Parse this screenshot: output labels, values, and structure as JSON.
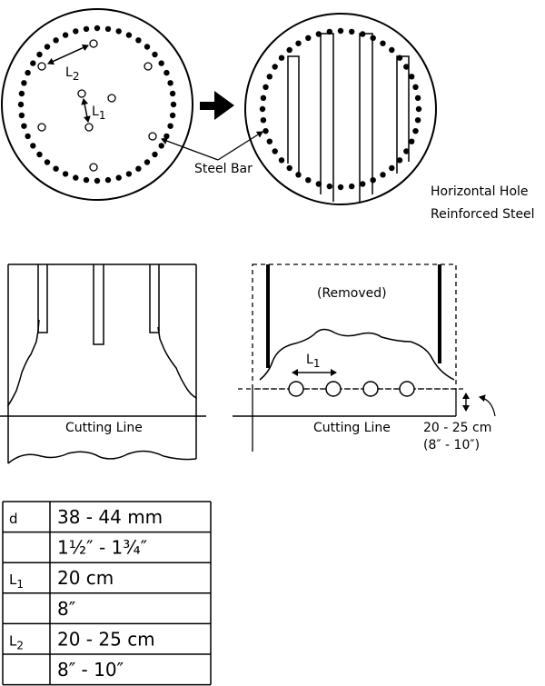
{
  "top": {
    "l2_label": "L",
    "l2_sub": "2",
    "l1_label": "L",
    "l1_sub": "1",
    "steel_bar_label": "Steel Bar",
    "horizontal_hole_label": "Horizontal Hole",
    "reinforced_steel_label": "Reinforced Steel"
  },
  "bottom": {
    "removed_label": "(Removed)",
    "cutting_line_left": "Cutting Line",
    "cutting_line_right": "Cutting Line",
    "l1_label": "L",
    "l1_sub": "1",
    "depth_metric": "20 - 25 cm",
    "depth_imperial": "(8″ - 10″)"
  },
  "table": {
    "rows": [
      {
        "key": "d",
        "key_sub": "",
        "value": "38 - 44 mm"
      },
      {
        "key": "",
        "key_sub": "",
        "value": "1½″ - 1¾″"
      },
      {
        "key": "L",
        "key_sub": "1",
        "value": "20 cm"
      },
      {
        "key": "",
        "key_sub": "",
        "value": "8″"
      },
      {
        "key": "L",
        "key_sub": "2",
        "value": "20 - 25 cm"
      },
      {
        "key": "",
        "key_sub": "",
        "value": "8″ - 10″"
      }
    ]
  },
  "colors": {
    "ink": "#000000",
    "paper": "#ffffff"
  }
}
